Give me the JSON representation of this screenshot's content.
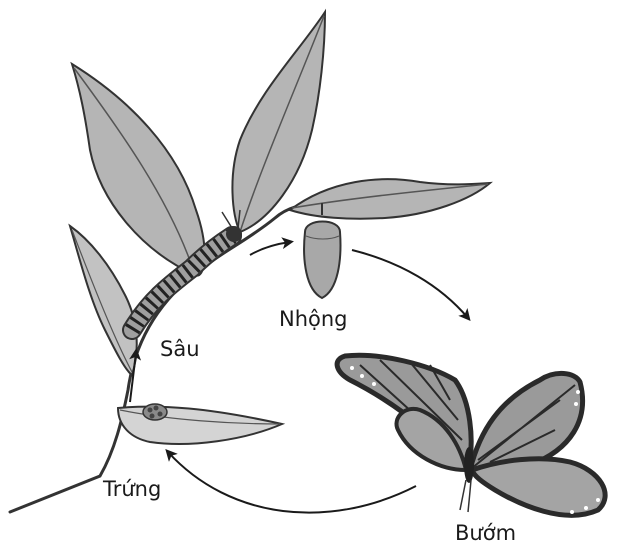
{
  "stages": {
    "pupa": "Nhộng",
    "larva": "Sâu",
    "egg": "Trứng",
    "adult": "Bướm"
  },
  "colors": {
    "ink": "#1a1a1a",
    "leaf": "#b5b5b5",
    "leaf_dark": "#8f8f8f",
    "wing": "#9a9a9a",
    "wing_edge": "#2a2a2a"
  }
}
